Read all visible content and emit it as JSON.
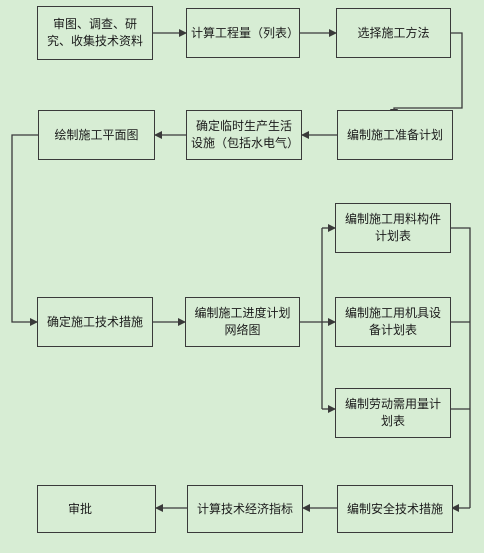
{
  "nodes": {
    "survey": "审图、调查、研究、收集技术资料",
    "quantity": "计算工程量（列表）",
    "method": "选择施工方法",
    "prep_plan": "编制施工准备计划",
    "temp_facilities": "确定临时生产生活设施（包括水电气）",
    "site_plan": "绘制施工平面图",
    "tech_measures": "确定施工技术措施",
    "schedule": "编制施工进度计划网络图",
    "materials_plan": "编制施工用料构件计划表",
    "equipment_plan": "编制施工用机具设备计划表",
    "labor_plan": "编制劳动需用量计划表",
    "safety_measures": "编制安全技术措施",
    "economics": "计算技术经济指标",
    "approval": "审批"
  },
  "colors": {
    "background": "#d7edd4",
    "line": "#3a3a3a"
  }
}
